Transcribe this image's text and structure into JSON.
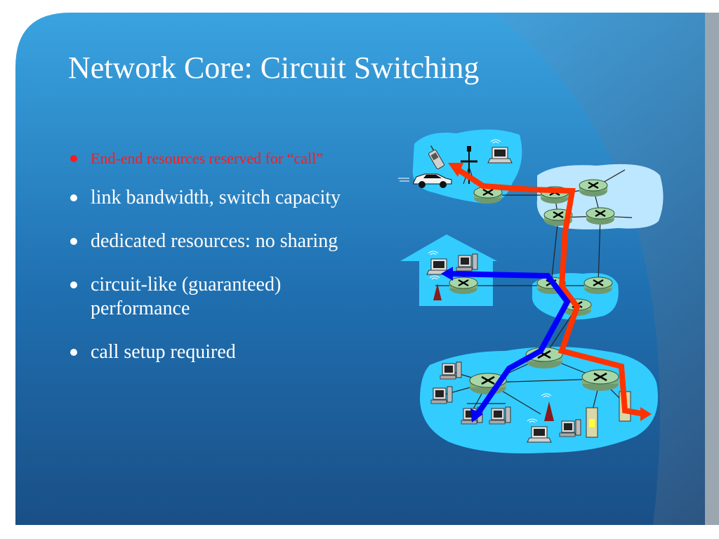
{
  "slide": {
    "title": "Network Core: Circuit Switching",
    "bullets": [
      {
        "text": "End-end resources reserved for “call”",
        "color": "#ff1a1a"
      },
      {
        "text": "link bandwidth,  switch capacity",
        "color": "#ffffff"
      },
      {
        "text": "dedicated resources: no sharing",
        "color": "#ffffff"
      },
      {
        "text": "circuit-like (guaranteed) performance",
        "color": "#ffffff"
      },
      {
        "text": "call setup required",
        "color": "#ffffff"
      }
    ]
  },
  "diagram": {
    "cloud_color": "#33ccff",
    "router_color": "#99cc99",
    "path_red_color": "#ff3300",
    "path_blue_color": "#0000ff",
    "icons": [
      "cell-phone-icon",
      "car-icon",
      "cell-tower-icon",
      "laptop-icon",
      "desktop-computer-icon",
      "server-icon",
      "router-icon"
    ]
  }
}
